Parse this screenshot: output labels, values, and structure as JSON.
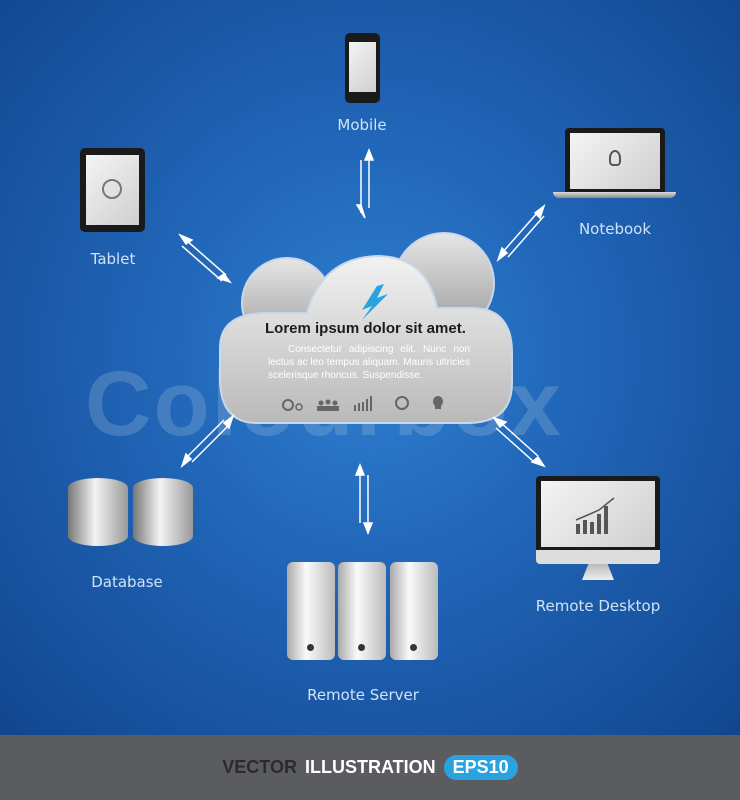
{
  "cloud": {
    "title": "Lorem ipsum dolor sit amet.",
    "body": "Consectetur adipiscing elit. Nunc non lectus ac leo tempus aliquam. Mauris ultricies scelerisque rhoncus. Suspendisse.",
    "icons": [
      "gears-icon",
      "people-icon",
      "bar-chart-icon",
      "globe-cursor-icon",
      "lightbulb-icon"
    ],
    "accent": "#2aa2e0"
  },
  "nodes": {
    "mobile": "Mobile",
    "tablet": "Tablet",
    "notebook": "Notebook",
    "database": "Database",
    "server": "Remote Server",
    "desktop": "Remote Desktop"
  },
  "watermark": "Colourbox",
  "footer": {
    "vector": "VECTOR",
    "illustration": "ILLUSTRATION",
    "eps": "EPS10"
  }
}
